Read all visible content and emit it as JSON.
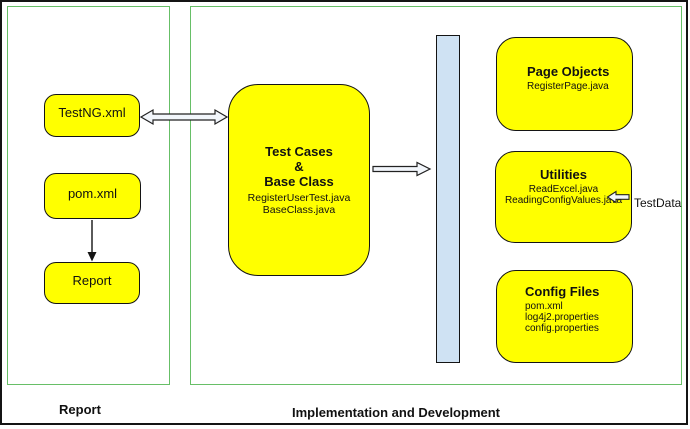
{
  "left_panel": {
    "caption": "Report",
    "testng_node": "TestNG.xml",
    "pom_node": "pom.xml",
    "report_node": "Report"
  },
  "right_panel": {
    "caption": "Implementation and Development",
    "test_cases_node": {
      "line1": "Test Cases",
      "line2": "&",
      "line3": "Base Class",
      "files": [
        "RegisterUserTest.java",
        "BaseClass.java"
      ]
    },
    "page_objects_node": {
      "title": "Page Objects",
      "files": [
        "RegisterPage.java"
      ]
    },
    "utilities_node": {
      "title": "Utilities",
      "files": [
        "ReadExcel.java",
        "ReadingConfigValues.java"
      ]
    },
    "config_files_node": {
      "title": "Config Files",
      "files": [
        "pom.xml",
        "log4j2.properties",
        "config.properties"
      ]
    },
    "test_data_label": "TestData"
  },
  "colors": {
    "node_fill": "#ffff00",
    "node_border": "#141414",
    "panel_border": "#67bf67",
    "bar_fill": "#cfe2f3",
    "arrow_fill": "#f2f6fb",
    "arrow_stroke": "#222222"
  }
}
